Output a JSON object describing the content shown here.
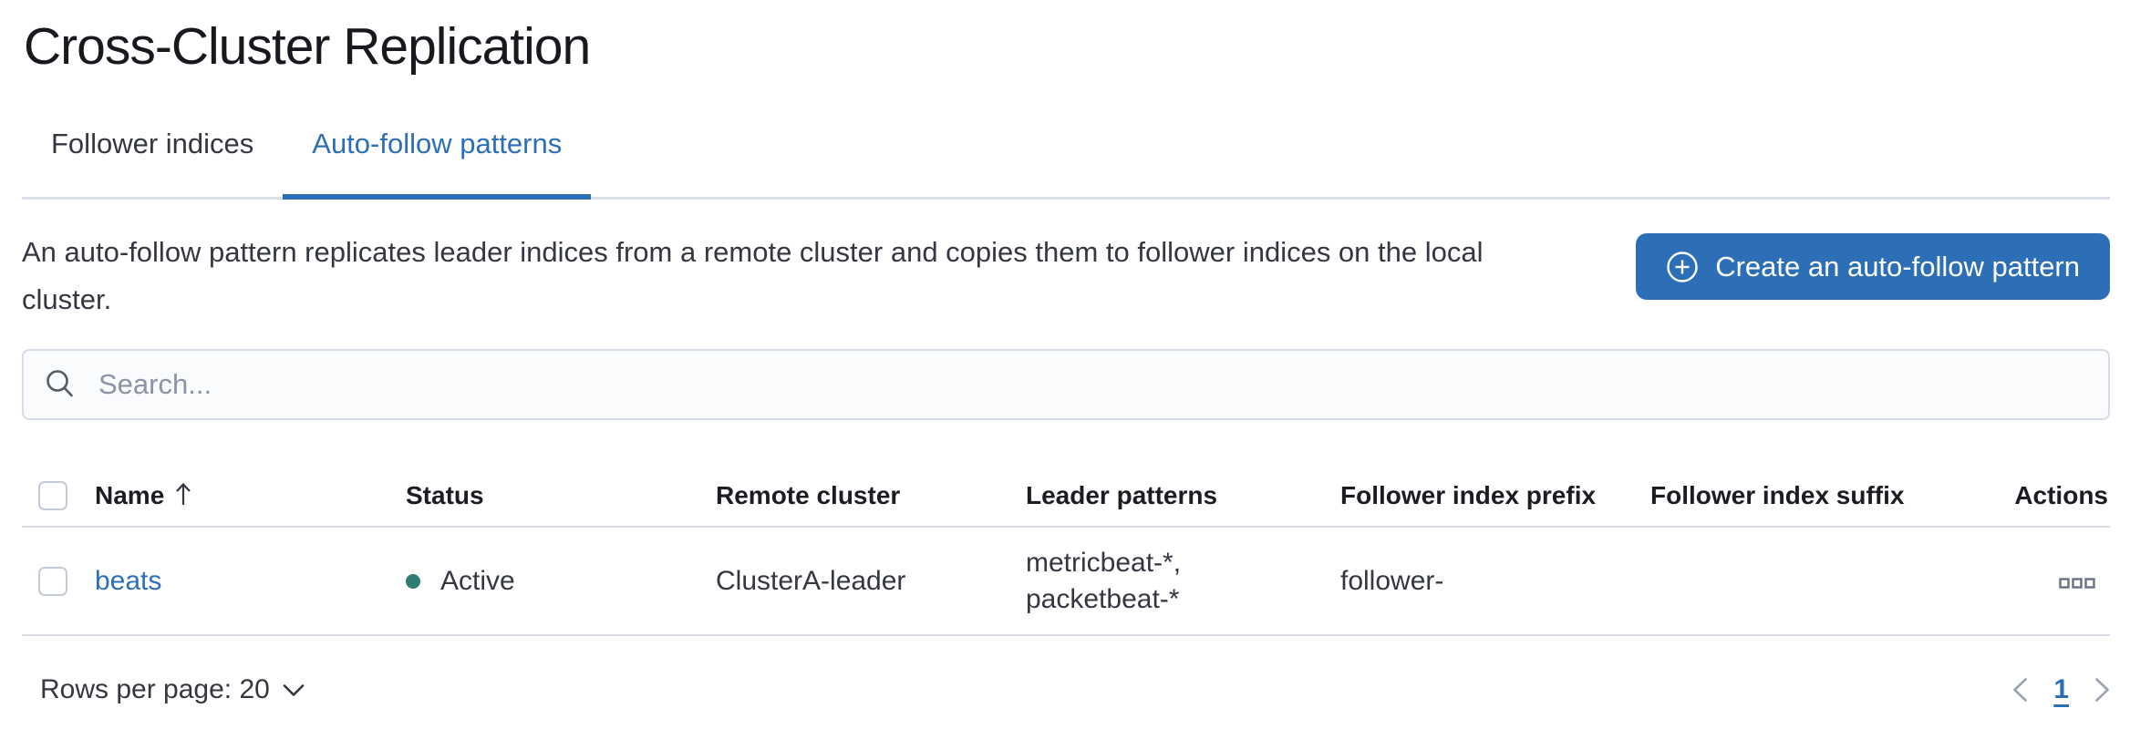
{
  "page": {
    "title": "Cross-Cluster Replication"
  },
  "tabs": [
    {
      "label": "Follower indices",
      "active": false
    },
    {
      "label": "Auto-follow patterns",
      "active": true
    }
  ],
  "description": "An auto-follow pattern replicates leader indices from a remote cluster and copies them to follower indices on the local cluster.",
  "create_button": {
    "label": "Create an auto-follow pattern",
    "icon": "plus-in-circle-icon"
  },
  "search": {
    "placeholder": "Search...",
    "value": "",
    "icon": "search-icon"
  },
  "table": {
    "columns": [
      "Name",
      "Status",
      "Remote cluster",
      "Leader patterns",
      "Follower index prefix",
      "Follower index suffix",
      "Actions"
    ],
    "sort": {
      "column": "Name",
      "direction": "ascending",
      "icon": "sort-ascending-arrow-icon"
    },
    "rows": [
      {
        "name": "beats",
        "status": "Active",
        "remote_cluster": "ClusterA-leader",
        "leader_patterns": [
          "metricbeat-*,",
          "packetbeat-*"
        ],
        "follower_index_prefix": "follower-",
        "follower_index_suffix": "",
        "actions_icon": "boxes-horizontal-icon"
      }
    ]
  },
  "footer": {
    "rows_per_page_label": "Rows per page: 20",
    "pagination": {
      "prev_icon": "chevron-left-icon",
      "active_page": "1",
      "next_icon": "chevron-right-icon"
    }
  },
  "colors": {
    "accent_blue": "#2d6fb6",
    "status_active_teal": "#2e7d72",
    "border_gray": "#d8dce7"
  }
}
